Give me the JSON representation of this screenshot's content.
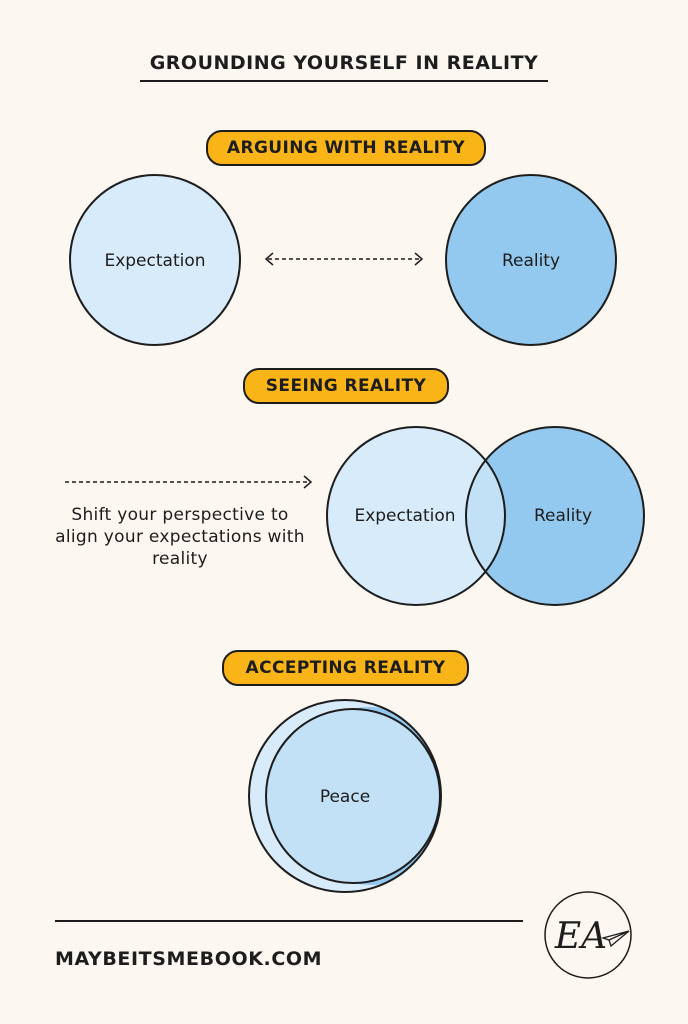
{
  "title": "GROUNDING YOURSELF IN REALITY",
  "sections": [
    {
      "heading": "ARGUING WITH REALITY",
      "left_label": "Expectation",
      "right_label": "Reality"
    },
    {
      "heading": "SEEING REALITY",
      "left_label": "Expectation",
      "right_label": "Reality",
      "caption": "Shift your perspective to align your expectations with reality"
    },
    {
      "heading": "ACCEPTING REALITY",
      "center_label": "Peace"
    }
  ],
  "footer": {
    "url": "MAYBEITSMEBOOK.COM",
    "logo_text": "EA"
  },
  "colors": {
    "background": "#fcf7f1",
    "pill": "#f9b418",
    "expectation": "#d8ebfa",
    "reality": "#94c9ef",
    "overlap": "#c2e1f6",
    "outline": "#1d1d1d"
  },
  "icons": [
    "double-arrow-icon",
    "right-arrow-icon",
    "ea-logo-icon"
  ]
}
